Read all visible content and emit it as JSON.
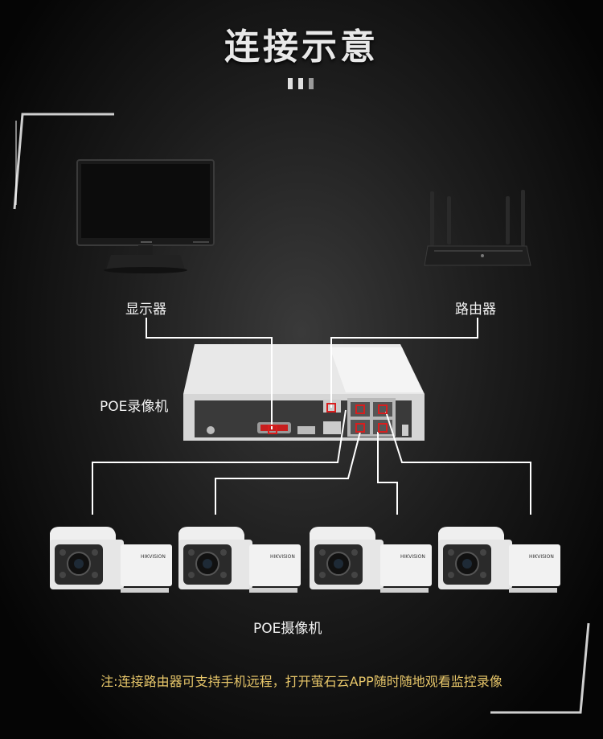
{
  "title": "连接示意",
  "labels": {
    "monitor": "显示器",
    "router": "路由器",
    "nvr": "POE录像机",
    "cameras": "POE摄像机"
  },
  "camera_brand": "HIKVISION",
  "note": "注:连接路由器可支持手机远程，打开萤石云APP随时随地观看监控录像",
  "colors": {
    "accent_line": "#ffffff",
    "port_highlight": "#d81e1e",
    "note_text": "#e8c76a"
  }
}
